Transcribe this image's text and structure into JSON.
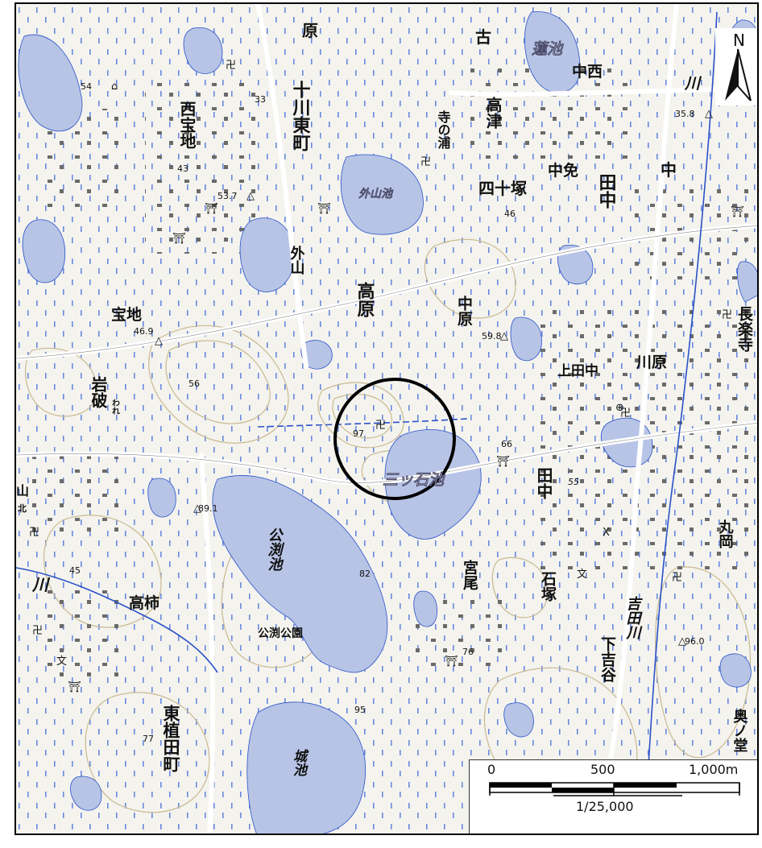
{
  "map": {
    "labels": {
      "top_left_char_1": "原",
      "top_char_ko": "古",
      "hasu_ike": "蓮池",
      "nakanishi": "中西",
      "kawa_top_right": "川",
      "jukkawa_higashi_machi": "十川東町",
      "nishi_takarachi": "西宝地",
      "tera_no_ura": "寺の浦",
      "takatsu": "高津",
      "shijuzuka": "四十塚",
      "tonoyama_ike": "外山池",
      "nakamen": "中免",
      "tanaka_big": "田中",
      "naka_right": "中",
      "tonoyama": "外山",
      "takahara": "高原",
      "nakahara": "中原",
      "takarachi": "宝地",
      "chorakuji": "長楽寺",
      "kamitanaka": "上田中",
      "kawahara": "川原",
      "iwaware": "岩破",
      "iwaware_ruby": "われ",
      "mitsuishi_ike": "三ッ石池",
      "tanaka_mid": "田中",
      "kobuchi_ike": "公渕池",
      "maruoka": "丸岡",
      "miyao": "宮尾",
      "ishizuka": "石塚",
      "kawa_left": "川",
      "takagaki": "高柿",
      "kobuchi_koen": "公渕公園",
      "yoshida_gawa": "吉田川",
      "shimoyoshidani": "下吉谷",
      "oku_no_do": "奥ノ堂",
      "higashi_ueta_machi": "東植田町",
      "shiro_ike": "城池",
      "left_edge_chars": "山",
      "left_edge_small": "北"
    },
    "elevations": {
      "e54": "54",
      "e43": "43",
      "e537": "53.7",
      "e33": "33",
      "e46": "46",
      "e358": "35.8",
      "e469": "46.9",
      "e56": "56",
      "e598": "59.8",
      "e97": "97",
      "e66": "66",
      "e55": "55",
      "e891": "89.1",
      "e45": "45",
      "e82": "82",
      "e76": "76",
      "e960": "96.0",
      "e95": "95",
      "e77": "77"
    },
    "colors": {
      "water": "#b7c4e6",
      "land": "#f4f3ee",
      "road": "#ffffff",
      "contour": "#c9b98f",
      "river": "#2a52c8",
      "building": "#6a6a6a",
      "circle": "#000000"
    }
  },
  "north_arrow": {
    "label": "N"
  },
  "scale_bar": {
    "tick_0": "0",
    "tick_500": "500",
    "tick_1000": "1,000m",
    "ratio": "1/25,000"
  }
}
